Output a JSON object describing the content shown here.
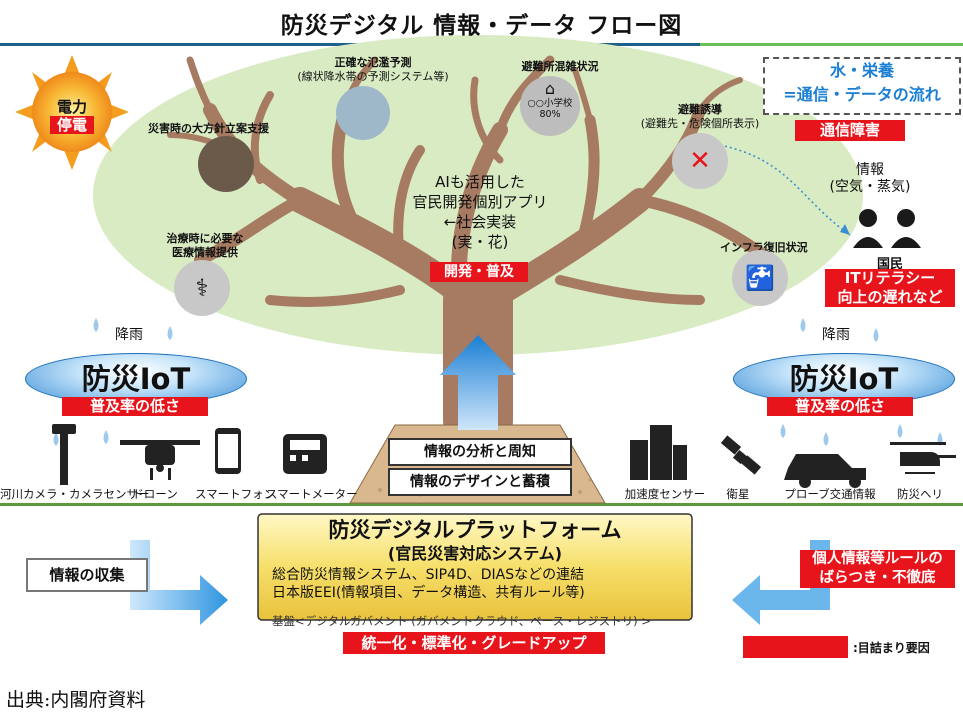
{
  "title": "防災デジタル 情報・データ フロー図",
  "power": {
    "line1": "電力",
    "line2": "停電"
  },
  "water_box": {
    "line1": "水・栄養",
    "line2": "=通信・データの流れ"
  },
  "comm_fault": "通信障害",
  "info_air": {
    "line1": "情報",
    "line2": "(空気・蒸気)"
  },
  "citizen": "国民",
  "it_literacy": {
    "line1": "ITリテラシー",
    "line2": "向上の遅れなど"
  },
  "tree_center": {
    "line1": "AIも活用した",
    "line2": "官民開発個別アプリ",
    "line3": "←社会実装",
    "line4": "(実・花)",
    "tag": "開発・普及"
  },
  "nodes": {
    "flood": {
      "line1": "正確な氾濫予測",
      "line2": "(線状降水帯の予測システム等)"
    },
    "shelter": {
      "line1": "避難所混雑状況",
      "sub1": "○○小学校",
      "sub2": "80%"
    },
    "evac": {
      "line1": "避難誘導",
      "line2": "(避難先・危険個所表示)"
    },
    "policy": {
      "line1": "災害時の大方針立案支援"
    },
    "medical": {
      "line1": "治療時に必要な",
      "line2": "医療情報提供"
    },
    "infra": {
      "line1": "インフラ復旧状況"
    }
  },
  "rain_left": "降雨",
  "rain_right": "降雨",
  "iot_left": {
    "label": "防災IoT",
    "tag": "普及率の低さ"
  },
  "iot_right": {
    "label": "防災IoT",
    "tag": "普及率の低さ"
  },
  "devices_left": [
    "河川カメラ・カメラセンサー",
    "ドローン",
    "スマートフォン",
    "スマートメーター"
  ],
  "devices_right": [
    "加速度センサー",
    "衛星",
    "プローブ交通情報",
    "防災ヘリ"
  ],
  "soil": {
    "row1": "情報の分析と周知",
    "row2": "情報のデザインと蓄積"
  },
  "platform": {
    "title": "防災デジタルプラットフォーム",
    "subtitle": "(官民災害対応システム)",
    "line1": "総合防災情報システム、SIP4D、DIASなどの連結",
    "line2": "日本版EEI(情報項目、データ構造、共有ルール等)",
    "base": "基盤<デジタルガバメント (ガバメントクラウド、ベース・レジストリ) >",
    "tag": "統一化・標準化・グレードアップ"
  },
  "collect_label": "情報の収集",
  "personal_info": {
    "line1": "個人情報等ルールの",
    "line2": "ばらつき・不徹底"
  },
  "legend": ":目詰まり要因",
  "source": "出典:内閣府資料",
  "colors": {
    "red": "#e8141c",
    "blue": "#1a7fd4",
    "tree": "#a67b62",
    "canopy": "#d9ebc3",
    "gold": "#f6e07a"
  }
}
